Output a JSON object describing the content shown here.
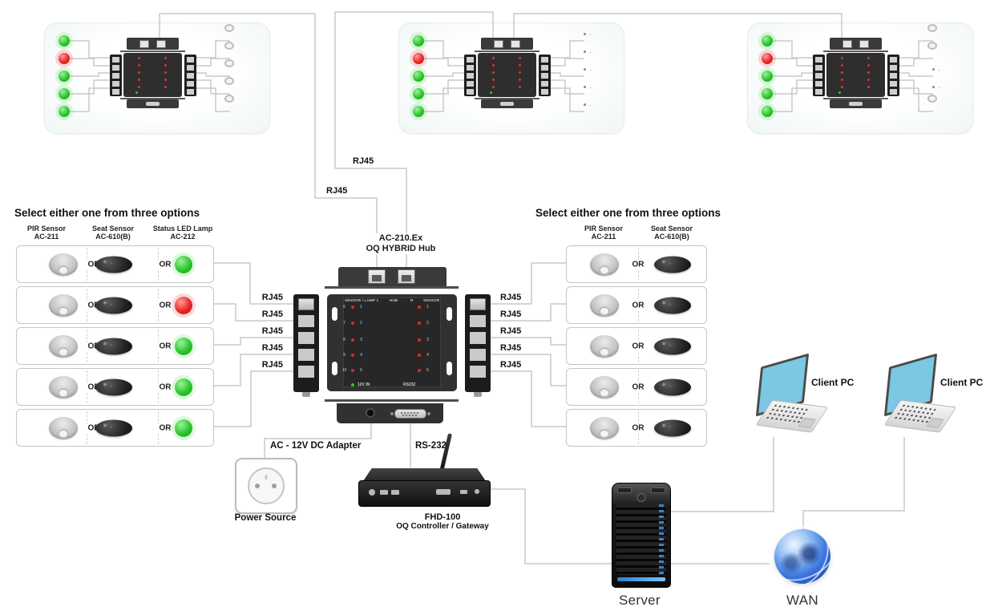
{
  "labels": {
    "rj45": "RJ45",
    "or": "OR",
    "adapter": "AC - 12V DC Adapter",
    "rs232_line": "RS-232",
    "power_source": "Power Source",
    "server": "Server",
    "wan": "WAN",
    "client_pc": "Client PC"
  },
  "hub": {
    "model": "AC-210.Ex",
    "name": "OQ HYBRID Hub",
    "panel": {
      "header": "SENSOR / LAMP",
      "l": "L",
      "hub": "HUB",
      "r": "R",
      "sensor": "SENSOR",
      "v12": "12V IN",
      "rs232": "RS232",
      "left_rows": [
        {
          "o": "6",
          "i": "1"
        },
        {
          "o": "7",
          "i": "2"
        },
        {
          "o": "8",
          "i": "3"
        },
        {
          "o": "9",
          "i": "4"
        },
        {
          "o": "10",
          "i": "5"
        }
      ],
      "right_rows": [
        "1",
        "2",
        "3",
        "4",
        "5"
      ]
    }
  },
  "controller": {
    "model": "FHD-100",
    "name": "OQ Controller / Gateway"
  },
  "left_options": {
    "title": "Select either one from three options",
    "columns": [
      {
        "l1": "PIR Sensor",
        "l2": "AC-211"
      },
      {
        "l1": "Seat Sensor",
        "l2": "AC-610(B)"
      },
      {
        "l1": "Status LED Lamp",
        "l2": "AC-212"
      }
    ],
    "rows": [
      {
        "led": "green"
      },
      {
        "led": "red"
      },
      {
        "led": "green"
      },
      {
        "led": "green"
      },
      {
        "led": "green"
      }
    ]
  },
  "right_options": {
    "title": "Select either one from three options",
    "columns": [
      {
        "l1": "PIR Sensor",
        "l2": "AC-211"
      },
      {
        "l1": "Seat Sensor",
        "l2": "AC-610(B)"
      }
    ]
  },
  "top_groups": [
    {
      "leds": [
        "green",
        "red",
        "green",
        "green",
        "green"
      ],
      "sensors": [
        "pir",
        "pir",
        "pir",
        "pir",
        "pir"
      ]
    },
    {
      "leds": [
        "green",
        "red",
        "green",
        "green",
        "green"
      ],
      "sensors": [
        "seat",
        "seat",
        "seat",
        "seat",
        "seat"
      ]
    },
    {
      "leds": [
        "green",
        "red",
        "green",
        "green",
        "green"
      ],
      "sensors": [
        "pir",
        "pir",
        "seat",
        "seat",
        "pir"
      ]
    }
  ],
  "colors": {
    "led_green": "#2dc42d",
    "led_red": "#e62828",
    "wire_gray": "#c9c9c9",
    "laptop_screen_blue": "#7cc7e2",
    "globe_blue": "#3e7ae0",
    "server_led_blue": "#3f8fd8"
  }
}
